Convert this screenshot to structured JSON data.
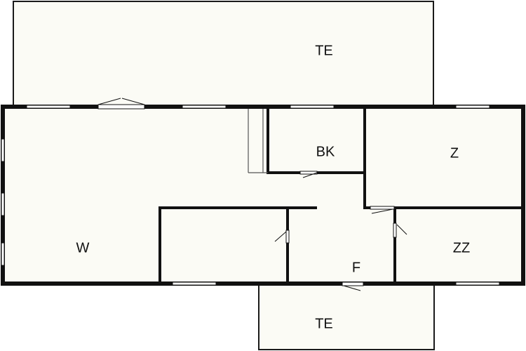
{
  "floorplan": {
    "colors": {
      "floor": "#fbfbf5",
      "wall": "#111111",
      "outline": "#1a1a1a",
      "window": "#ffffff",
      "background": "#ffffff"
    },
    "rooms": {
      "terrace_top": "TE",
      "bathroom": "BK",
      "room_z": "Z",
      "living": "W",
      "room_zz": "ZZ",
      "hall": "F",
      "terrace_bottom": "TE"
    }
  }
}
